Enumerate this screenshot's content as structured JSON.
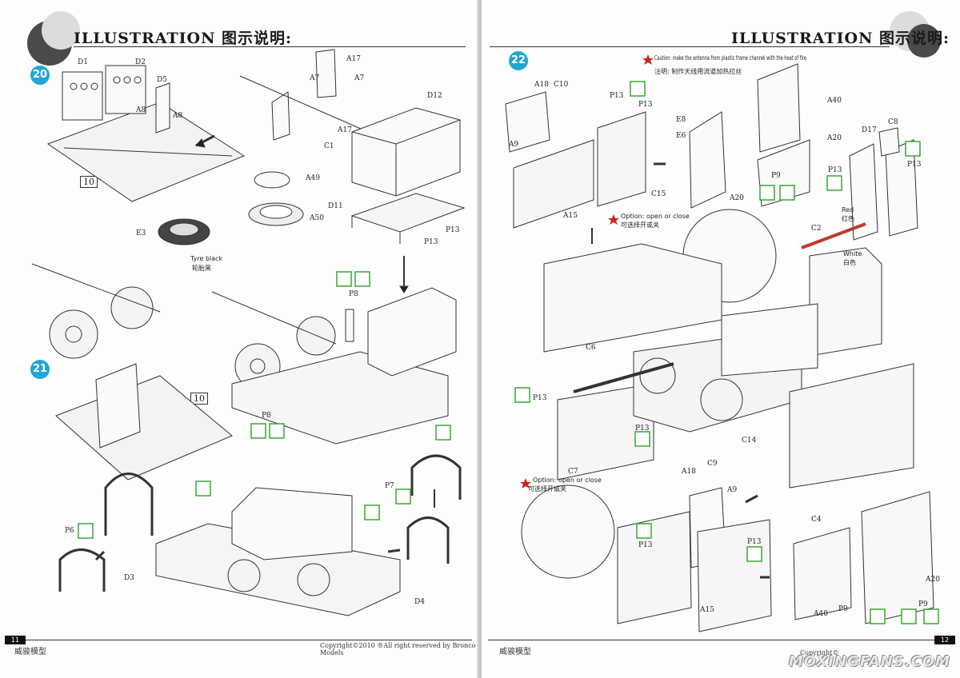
{
  "left_page": {
    "header": "ILLUSTRATION 图示说明:",
    "page_number": "11",
    "footer_brand": "威骏模型",
    "footer_copyright": "Copyright©2010  ®All right reserved by Bronco Models",
    "steps": [
      {
        "number": "20"
      },
      {
        "number": "21"
      }
    ],
    "boxed_labels": [
      "10",
      "10"
    ],
    "part_labels": [
      "D1",
      "D2",
      "D5",
      "A8",
      "A8",
      "A7",
      "A7",
      "A17",
      "A17",
      "C1",
      "D12",
      "D11",
      "P13",
      "P13",
      "A49",
      "A50",
      "E3",
      "P8",
      "P8",
      "P7",
      "P6",
      "D3",
      "D4"
    ],
    "notes": {
      "tyre_en": "Tyre black",
      "tyre_cn": "轮胎黑"
    }
  },
  "right_page": {
    "header": "ILLUSTRATION 图示说明:",
    "page_number": "12",
    "footer_brand": "威骏模型",
    "footer_copyright": "Copyright©",
    "steps": [
      {
        "number": "22"
      }
    ],
    "part_labels": [
      "A18",
      "C10",
      "P13",
      "P13",
      "A9",
      "A15",
      "C15",
      "E8",
      "E6",
      "A40",
      "A20",
      "A20",
      "P9",
      "D17",
      "C8",
      "P13",
      "P13",
      "C2",
      "C6",
      "P13",
      "P13",
      "C7",
      "C14",
      "A18",
      "C9",
      "A9",
      "P13",
      "P13",
      "A15",
      "C4",
      "A20",
      "A40",
      "P9",
      "P9"
    ],
    "notes": {
      "caution_en": "Caution: make the antenna from plastic frame channel with the heat of fire",
      "caution_cn": "注明: 制作天线用流道加热拉丝",
      "option1_en": "Option: open or close",
      "option1_cn": "可选择开或关",
      "option2_en": "Option: open or close",
      "option2_cn": "可选择开或关",
      "red_en": "Red",
      "red_cn": "红色",
      "white_en": "White",
      "white_cn": "白色"
    }
  },
  "watermark": "MOXINGFANS.COM",
  "colors": {
    "step_badge": "#1fa7d8",
    "icon_green": "#3aa635",
    "caution_star": "#d62020",
    "antenna_red": "#c0392b"
  }
}
